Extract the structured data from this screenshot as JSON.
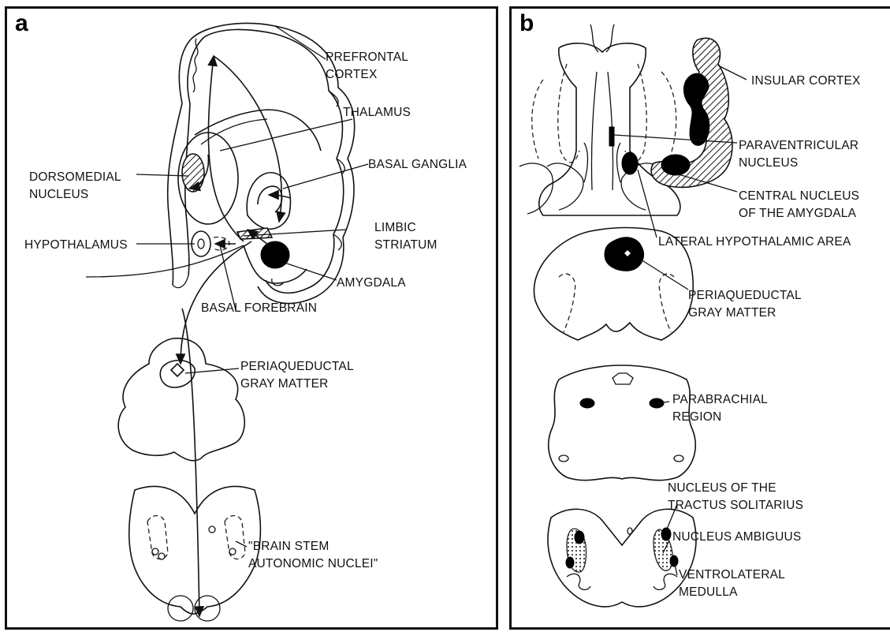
{
  "panels": {
    "a": {
      "letter": "a",
      "labels": {
        "prefrontal_1": "PREFRONTAL",
        "prefrontal_2": "CORTEX",
        "thalamus": "THALAMUS",
        "basal_ganglia": "BASAL GANGLIA",
        "dorsomedial_1": "DORSOMEDIAL",
        "dorsomedial_2": "NUCLEUS",
        "limbic_1": "LIMBIC",
        "limbic_2": "STRIATUM",
        "hypothalamus": "HYPOTHALAMUS",
        "amygdala": "AMYGDALA",
        "basal_forebrain": "BASAL FOREBRAIN",
        "pag_1": "PERIAQUEDUCTAL",
        "pag_2": "GRAY MATTER",
        "bsan_1": "\"BRAIN STEM",
        "bsan_2": "AUTONOMIC NUCLEI\""
      }
    },
    "b": {
      "letter": "b",
      "labels": {
        "insular": "INSULAR CORTEX",
        "pvn_1": "PARAVENTRICULAR",
        "pvn_2": "NUCLEUS",
        "cna_1": "CENTRAL NUCLEUS",
        "cna_2": "OF THE AMYGDALA",
        "lha": "LATERAL HYPOTHALAMIC AREA",
        "pag_1": "PERIAQUEDUCTAL",
        "pag_2": "GRAY MATTER",
        "parabrachial_1": "PARABRACHIAL",
        "parabrachial_2": "REGION",
        "nts_1": "NUCLEUS OF THE",
        "nts_2": "TRACTUS SOLITARIUS",
        "ambiguus": "NUCLEUS AMBIGUUS",
        "vlm_1": "VENTROLATERAL",
        "vlm_2": "MEDULLA"
      }
    }
  }
}
